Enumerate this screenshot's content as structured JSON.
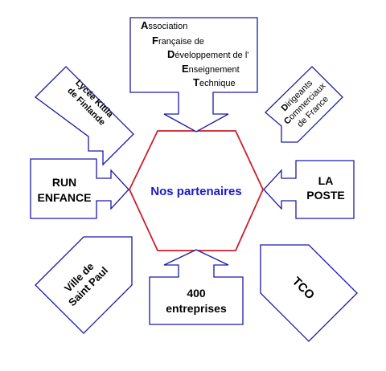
{
  "colors": {
    "center_stroke": "#cc1e2a",
    "center_text": "#1a1acc",
    "callout_stroke": "#1a1aa6",
    "text": "#000000"
  },
  "center": {
    "label": "Nos partenaires"
  },
  "partners": {
    "afdet": {
      "lines": [
        {
          "initial": "A",
          "rest": "ssociation"
        },
        {
          "initial": "F",
          "rest": "rançaise de"
        },
        {
          "initial": "D",
          "rest": "éveloppement de l'"
        },
        {
          "initial": "E",
          "rest": "nseignement"
        },
        {
          "initial": "T",
          "rest": "echnique"
        }
      ]
    },
    "lycee": {
      "line1": "Lycée Kitila",
      "line2": "de Finlande"
    },
    "dcf": {
      "line1": {
        "initial": "D",
        "rest": "irigeants"
      },
      "line2": {
        "initial": "C",
        "rest": "ommerciaux"
      },
      "line3": {
        "initial": "",
        "rest": "de France"
      }
    },
    "run": {
      "line1": "RUN",
      "line2": "ENFANCE"
    },
    "poste": {
      "line1": "LA",
      "line2": "POSTE"
    },
    "ville": {
      "line1": "Ville de",
      "line2": "Saint Paul"
    },
    "entreprises": {
      "line1": "400",
      "line2": "entreprises"
    },
    "tco": {
      "line1": "TCO"
    }
  }
}
